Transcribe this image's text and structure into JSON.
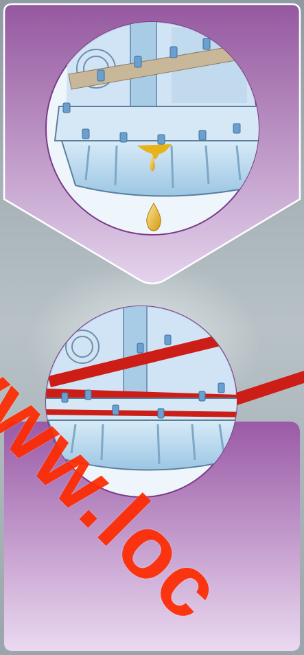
{
  "watermark": {
    "text": "www.loc",
    "color": "#ff2a00"
  },
  "colors": {
    "panel_purple_top": "#9b5ba6",
    "panel_purple_bottom": "#e6d4ee",
    "background_grey": "#a6b1b6",
    "oil_drop": "#e8b21a",
    "sealant_red": "#cc1d16",
    "pan_blue": "#bcd9ef"
  },
  "icons": {
    "top_illustration": "oil-pan-leaking-illustration",
    "drop": "oil-drop-icon",
    "bottom_illustration": "oil-pan-sealed-illustration"
  }
}
